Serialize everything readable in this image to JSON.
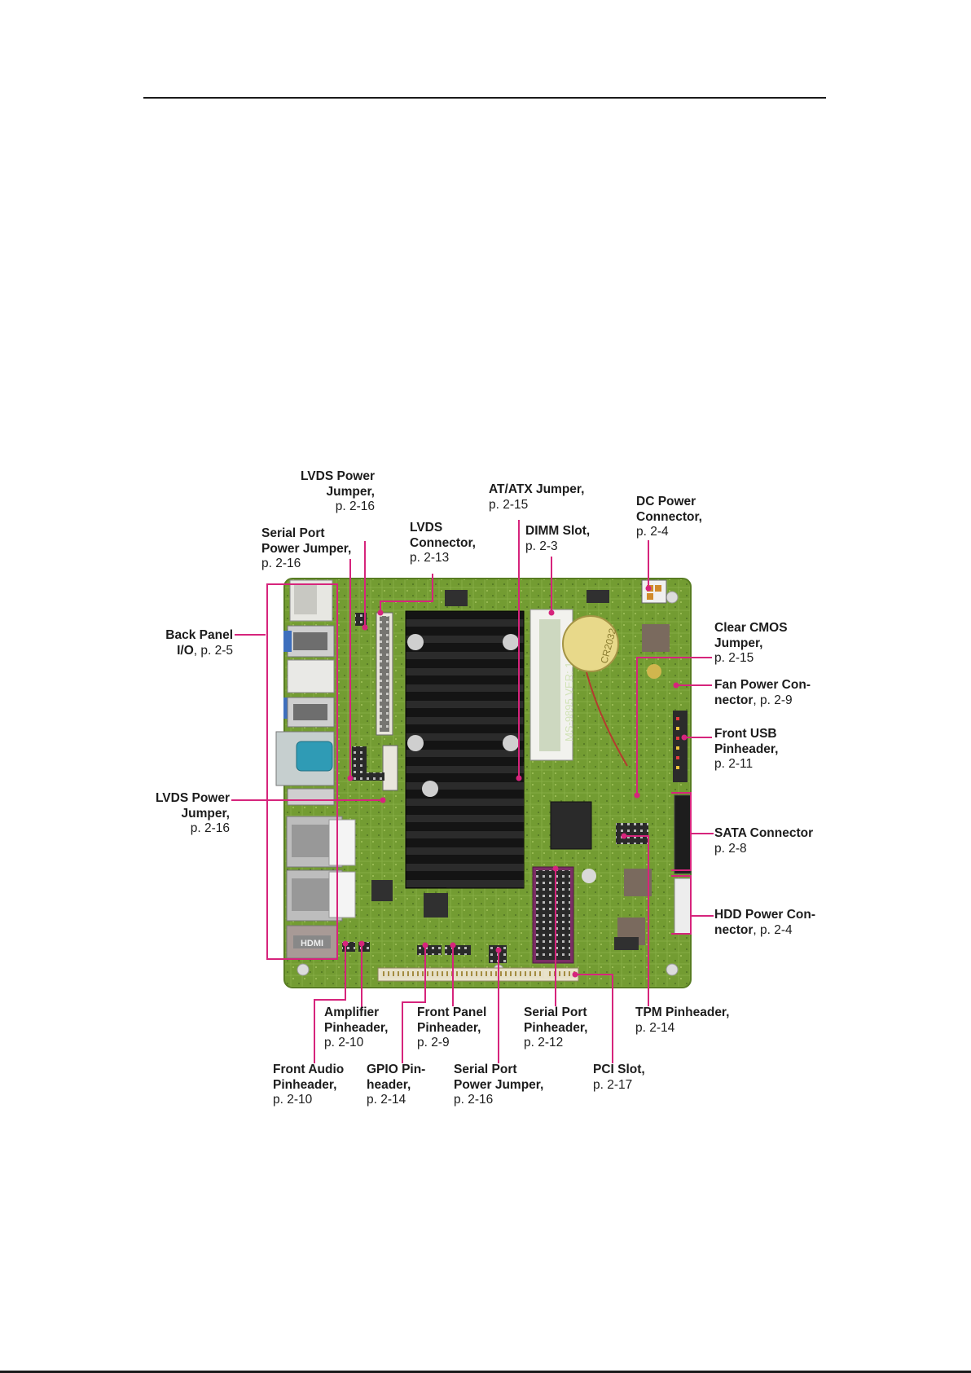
{
  "labels": {
    "lvds_power_jumper_top": {
      "line1": "LVDS Power",
      "line2": "Jumper,",
      "ref": "p. 2-16"
    },
    "serial_port_power_jumper_top": {
      "line1": "Serial Port",
      "line2": "Power Jumper,",
      "ref": "p. 2-16"
    },
    "lvds_connector": {
      "line1": "LVDS",
      "line2": "Connector,",
      "ref": "p. 2-13"
    },
    "at_atx_jumper": {
      "line1": "AT/ATX Jumper,",
      "ref": "p. 2-15"
    },
    "dimm_slot": {
      "line1": "DIMM Slot,",
      "ref": "p. 2-3"
    },
    "dc_power_connector": {
      "line1": "DC Power",
      "line2": "Connector,",
      "ref": "p. 2-4"
    },
    "back_panel_io": {
      "line1": "Back Panel",
      "line2_bold": "I/O",
      "line2_rest": ", p. 2-5"
    },
    "clear_cmos_jumper": {
      "line1": "Clear CMOS",
      "line2": "Jumper,",
      "ref": "p. 2-15"
    },
    "fan_power_connector": {
      "line1": "Fan Power Con-",
      "line2_bold": "nector",
      "line2_rest": ", p. 2-9"
    },
    "front_usb_pinheader": {
      "line1": "Front USB",
      "line2": "Pinheader,",
      "ref": "p. 2-11"
    },
    "lvds_power_jumper_left": {
      "line1": "LVDS Power",
      "line2": "Jumper,",
      "ref": "p. 2-16"
    },
    "sata_connector": {
      "line1": "SATA Connector",
      "ref": "p. 2-8"
    },
    "hdd_power_connector": {
      "line1": "HDD Power Con-",
      "line2_bold": "nector",
      "line2_rest": ", p. 2-4"
    },
    "amplifier_pinheader": {
      "line1": "Amplifier",
      "line2": "Pinheader,",
      "ref": "p. 2-10"
    },
    "front_panel_pinheader": {
      "line1": "Front Panel",
      "line2": "Pinheader,",
      "ref": "p. 2-9"
    },
    "serial_port_pinheader": {
      "line1": "Serial Port",
      "line2": "Pinheader,",
      "ref": "p. 2-12"
    },
    "tpm_pinheader": {
      "line1": "TPM Pinheader,",
      "ref": "p. 2-14"
    },
    "front_audio_pinheader": {
      "line1": "Front Audio",
      "line2": "Pinheader,",
      "ref": "p. 2-10"
    },
    "gpio_pinheader": {
      "line1": "GPIO Pin-",
      "line2": "header,",
      "ref": "p. 2-14"
    },
    "serial_port_power_jumper_bottom": {
      "line1": "Serial Port",
      "line2": "Power Jumper,",
      "ref": "p. 2-16"
    },
    "pci_slot": {
      "line1": "PCI Slot,",
      "ref": "p. 2-17"
    }
  },
  "board": {
    "silkscreen": "MS-9895 VER: 1.0",
    "battery_text": "CR2032",
    "rear_label": "HDMI"
  },
  "colors": {
    "callout": "#d6247c",
    "pcb": "#6f9a2d",
    "heatsink": "#1b1b1b",
    "com_port": "#2f9bb5",
    "vga_port": "#3e6fbd"
  }
}
